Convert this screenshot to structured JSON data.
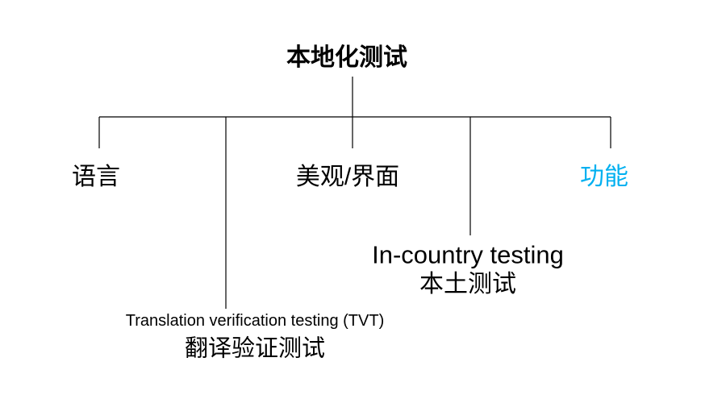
{
  "title": "本地化测试",
  "branches": {
    "language": "语言",
    "aesthetics_ui": "美观/界面",
    "functionality": "功能"
  },
  "in_country": {
    "en": "In-country testing",
    "zh": "本土测试"
  },
  "tvt": {
    "en": "Translation verification testing (TVT)",
    "zh": "翻译验证测试"
  },
  "colors": {
    "line": "#000000",
    "functionality": "#00B0F0"
  }
}
